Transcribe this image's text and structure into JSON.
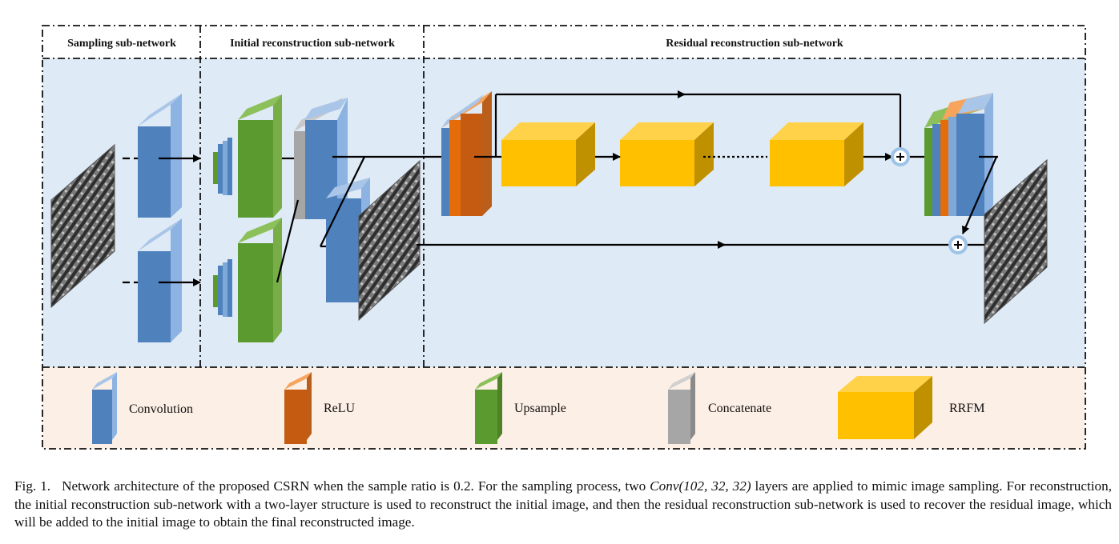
{
  "headers": {
    "sampling": "Sampling sub-network",
    "initial": "Initial reconstruction sub-network",
    "residual": "Residual reconstruction sub-network"
  },
  "legend": {
    "convolution": "Convolution",
    "relu": "ReLU",
    "upsample": "Upsample",
    "concatenate": "Concatenate",
    "rrfm": "RRFM"
  },
  "caption": {
    "fig_label": "Fig. 1.",
    "before_math": "Network architecture of the proposed CSRN when the sample ratio is 0.2. For the sampling process, two ",
    "math": "Conv(102, 32, 32)",
    "after_math": " layers are applied to mimic image sampling. For reconstruction, the initial reconstruction sub-network with a two-layer structure is used to reconstruct the initial image, and then the residual reconstruction sub-network is used to recover the residual image, which will be added to the initial image to obtain the final reconstructed image."
  },
  "colors": {
    "convolution": "#4f81bd",
    "relu": "#e46c0a",
    "upsample": "#5b9a2f",
    "concatenate": "#a6a6a6",
    "rrfm": "#ffc000",
    "main_bg": "#deeaf6",
    "legend_bg": "#fcefe6"
  }
}
